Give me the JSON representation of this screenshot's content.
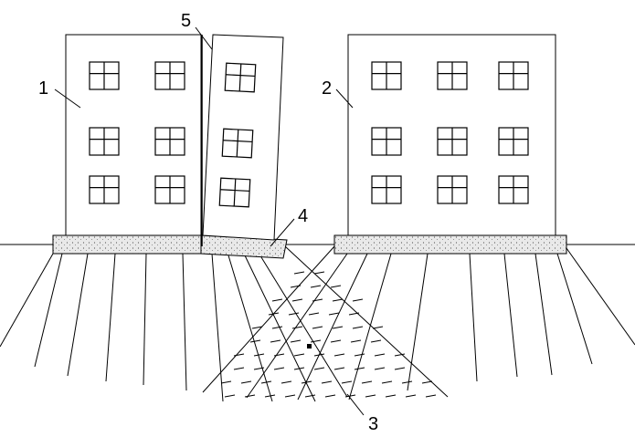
{
  "labels": {
    "n1": "1",
    "n2": "2",
    "n3": "3",
    "n4": "4",
    "n5": "5"
  },
  "colors": {
    "line": "#000000",
    "foundation_fill": "#e9e9e9",
    "background": "#ffffff"
  }
}
